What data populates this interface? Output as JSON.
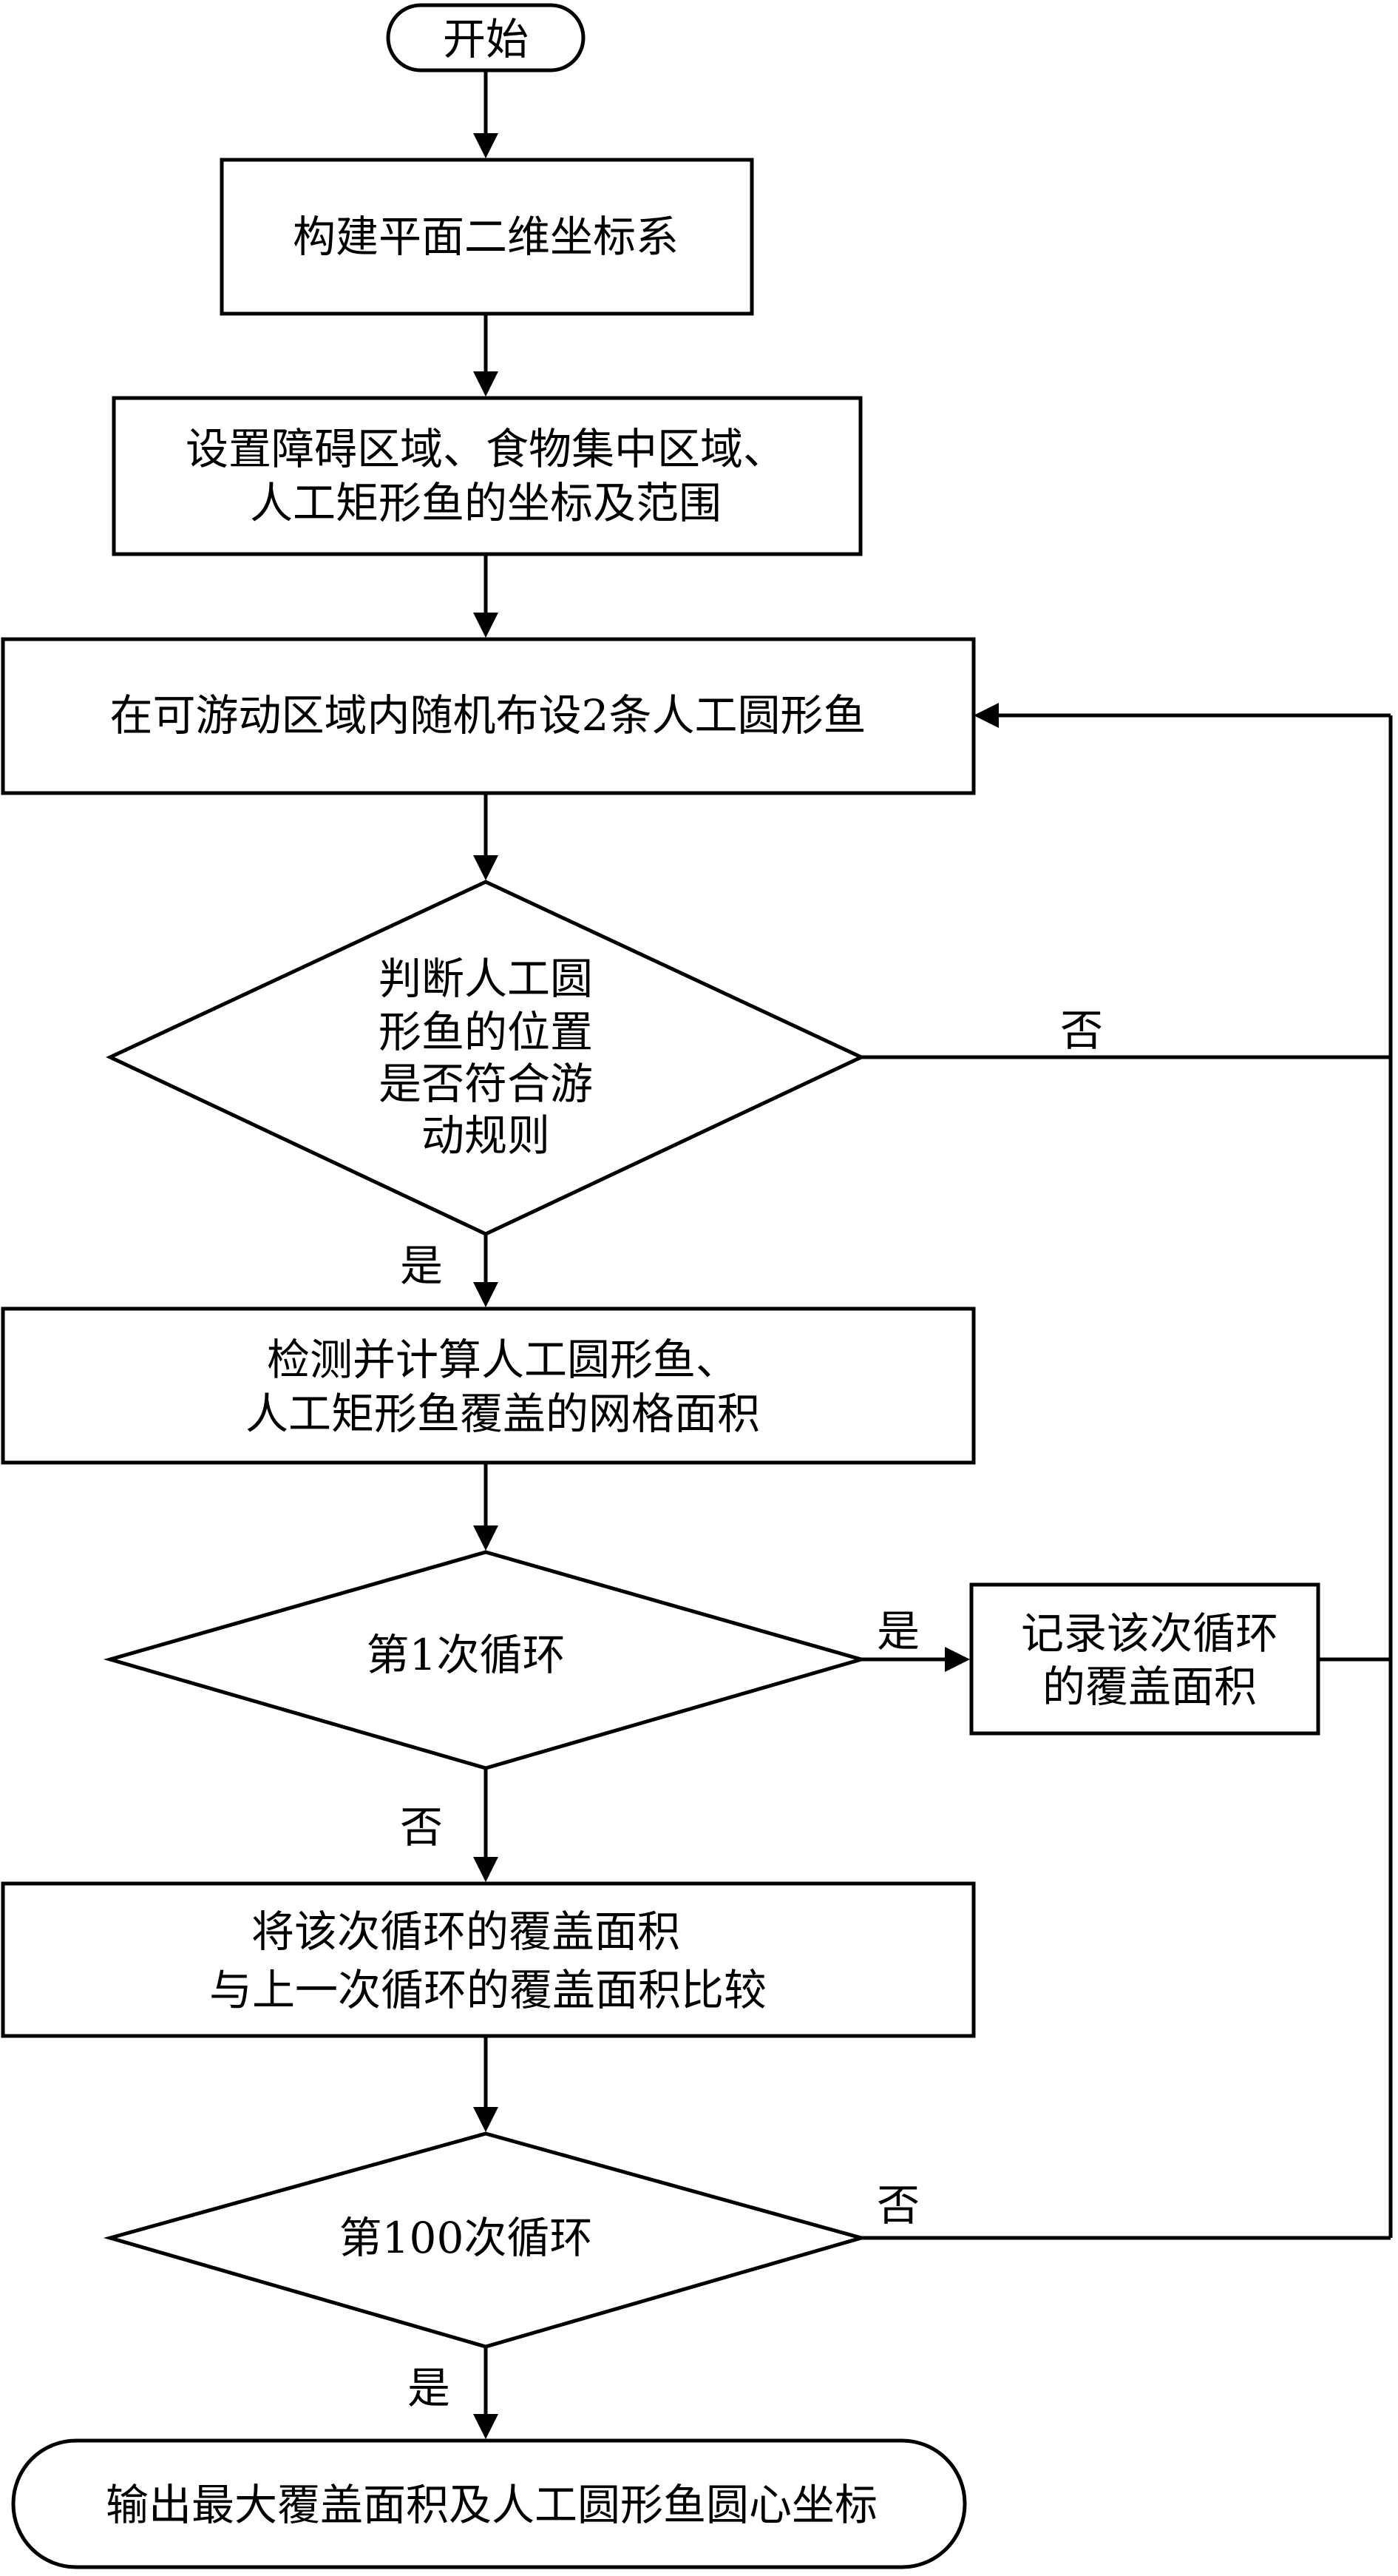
{
  "flowchart": {
    "start": "开始",
    "step_coord": "构建平面二维坐标系",
    "step_setup": [
      "设置障碍区域、食物集中区域、",
      "人工矩形鱼的坐标及范围"
    ],
    "step_place": "在可游动区域内随机布设2条人工圆形鱼",
    "decision_rules": [
      "判断人工圆",
      "形鱼的位置",
      "是否符合游",
      "动规则"
    ],
    "step_detect": [
      "检测并计算人工圆形鱼、",
      "人工矩形鱼覆盖的网格面积"
    ],
    "decision_first": "第1次循环",
    "step_record": [
      "记录该次循环",
      "的覆盖面积"
    ],
    "step_compare": [
      "将该次循环的覆盖面积",
      "与上一次循环的覆盖面积比较"
    ],
    "decision_hundred": "第100次循环",
    "end": "输出最大覆盖面积及人工圆形鱼圆心坐标",
    "yes": "是",
    "no": "否"
  }
}
